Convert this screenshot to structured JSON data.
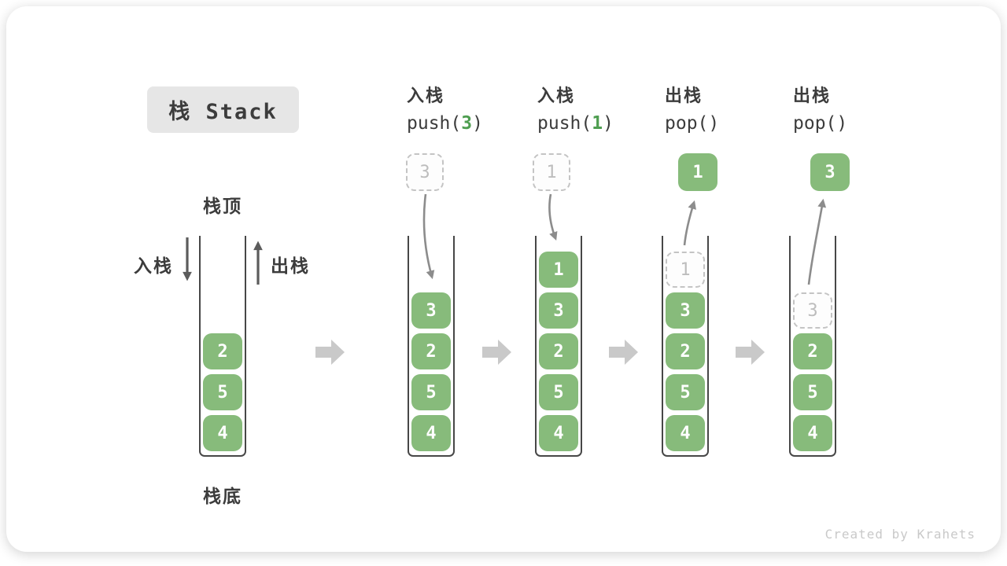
{
  "page": {
    "title_badge": "栈 Stack",
    "footer_credit": "Created by Krahets"
  },
  "legend": {
    "stack_top": "栈顶",
    "stack_bottom": "栈底",
    "push_label": "入栈",
    "pop_label": "出栈"
  },
  "colors": {
    "box_green": "#87bb7b",
    "code_arg_green": "#4f9e51",
    "ghost_gray": "#bdbdbd",
    "text_dark": "#3c3c3c",
    "container_wall": "#474747",
    "curved_arrow": "#8c8c8c",
    "straight_arrow": "#5c5c5c",
    "flow_arrow": "#c9c9c9",
    "badge_bg": "#e6e6e6"
  },
  "stages": [
    {
      "name": "initial",
      "stack": [
        "2",
        "5",
        "4"
      ]
    },
    {
      "name": "push-3",
      "op_label": "入栈",
      "code_pre": "push(",
      "code_arg": "3",
      "code_suf": ")",
      "floating_value": "3",
      "stack": [
        "3",
        "2",
        "5",
        "4"
      ]
    },
    {
      "name": "push-1",
      "op_label": "入栈",
      "code_pre": "push(",
      "code_arg": "1",
      "code_suf": ")",
      "floating_value": "1",
      "stack": [
        "1",
        "3",
        "2",
        "5",
        "4"
      ]
    },
    {
      "name": "pop-1",
      "op_label": "出栈",
      "code_pre": "pop(",
      "code_arg": "",
      "code_suf": ")",
      "floating_value": "1",
      "ghost_value": "1",
      "stack": [
        "3",
        "2",
        "5",
        "4"
      ]
    },
    {
      "name": "pop-3",
      "op_label": "出栈",
      "code_pre": "pop(",
      "code_arg": "",
      "code_suf": ")",
      "floating_value": "3",
      "ghost_value": "3",
      "stack": [
        "2",
        "5",
        "4"
      ]
    }
  ]
}
